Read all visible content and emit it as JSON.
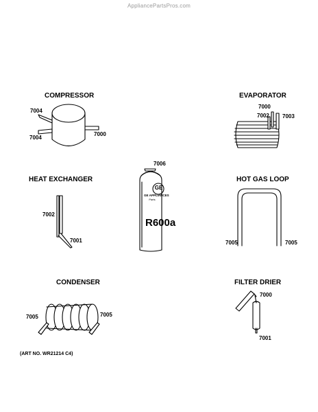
{
  "watermark": "AppliancePartsPros.com",
  "art_number": "(ART NO. WR21214 C4)",
  "parts": {
    "compressor": {
      "title": "COMPRESSOR",
      "labels": [
        "7004",
        "7004",
        "7000"
      ]
    },
    "evaporator": {
      "title": "EVAPORATOR",
      "labels": [
        "7000",
        "7002",
        "7003"
      ]
    },
    "heat_exchanger": {
      "title": "HEAT EXCHANGER",
      "labels": [
        "7002",
        "7001"
      ]
    },
    "refrigerant": {
      "part_number": "7006",
      "brand_text": "GE APPLIANCES",
      "sub_text": "Parts",
      "logo_text": "GE",
      "gas_label": "R600a"
    },
    "hot_gas_loop": {
      "title": "HOT GAS LOOP",
      "labels": [
        "7005",
        "7005"
      ]
    },
    "condenser": {
      "title": "CONDENSER",
      "labels": [
        "7005",
        "7005"
      ]
    },
    "filter_drier": {
      "title": "FILTER DRIER",
      "labels": [
        "7000",
        "7001"
      ]
    }
  }
}
